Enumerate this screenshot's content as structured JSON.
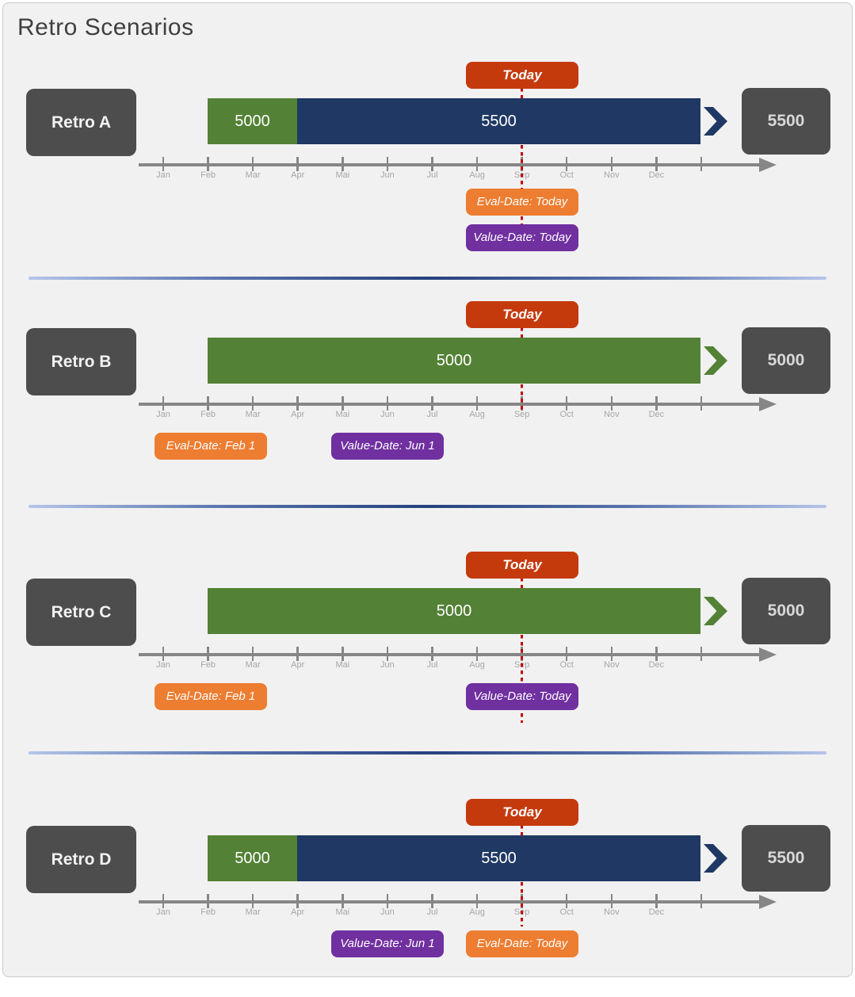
{
  "page": {
    "title": "Retro Scenarios"
  },
  "timeline": {
    "months": [
      "Jan",
      "Feb",
      "Mar",
      "Apr",
      "Mai",
      "Jun",
      "Jul",
      "Aug",
      "Sep",
      "Oct",
      "Nov",
      "Dec"
    ]
  },
  "colors": {
    "green": "#538135",
    "navy": "#1F3864",
    "red": "#C53A0D",
    "orange": "#ED7D31",
    "purple": "#7030A0",
    "dashred": "#C00000",
    "box_gray": "#4D4D4D",
    "axis_gray": "#868686",
    "label_gray": "#A6A6A6",
    "divider_light": "#B5C5E9",
    "divider_dark": "#26417F",
    "bg": "#F1F1F1",
    "border": "#CACACA",
    "title_text": "#3F3F3F",
    "result_text": "#D8D8D8"
  },
  "rows": [
    {
      "name": "Retro A",
      "today": "Today",
      "segments": [
        {
          "value": "5000"
        },
        {
          "value": "5500"
        }
      ],
      "eval_label": "Eval-Date: Today",
      "value_label": "Value-Date: Today",
      "result": "5500"
    },
    {
      "name": "Retro B",
      "today": "Today",
      "segments": [
        {
          "value": "5000"
        }
      ],
      "eval_label": "Eval-Date: Feb 1",
      "value_label": "Value-Date: Jun 1",
      "result": "5000"
    },
    {
      "name": "Retro C",
      "today": "Today",
      "segments": [
        {
          "value": "5000"
        }
      ],
      "eval_label": "Eval-Date: Feb 1",
      "value_label": "Value-Date: Today",
      "result": "5000"
    },
    {
      "name": "Retro D",
      "today": "Today",
      "segments": [
        {
          "value": "5000"
        },
        {
          "value": "5500"
        }
      ],
      "eval_label": "Eval-Date: Today",
      "value_label": "Value-Date: Jun 1",
      "result": "5500"
    }
  ]
}
